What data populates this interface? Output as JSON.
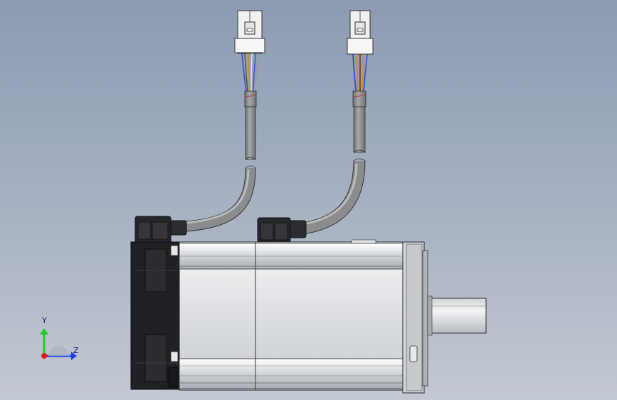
{
  "viewport": {
    "background_top": "#8c9bb2",
    "background_bottom": "#c3c8d2"
  },
  "triad": {
    "y_label": "Y",
    "z_label": "Z",
    "y_color": "#22cc22",
    "z_color": "#1d3fe0",
    "x_color": "#e01b1b"
  },
  "model": {
    "subject": "servo-motor",
    "body_color": "#e4e6e9",
    "housing_color": "#1f2125",
    "cable_color": "#8a8c8d",
    "wire_colors": [
      "#2c4fd8",
      "#d08a1a",
      "#6b4a2a",
      "#e8e8e8"
    ]
  }
}
